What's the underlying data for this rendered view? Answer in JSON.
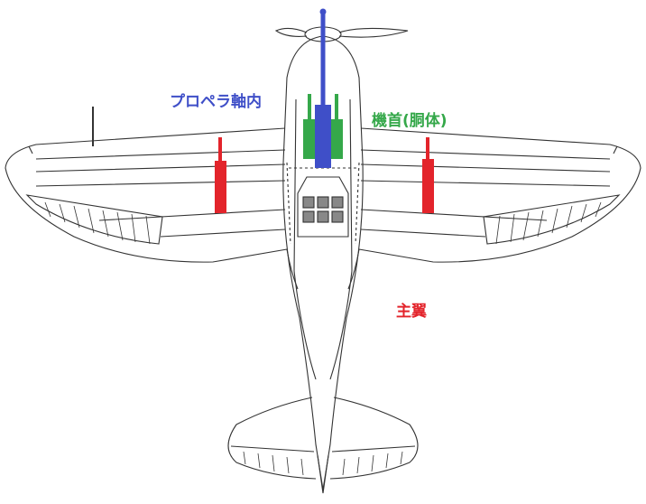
{
  "labels": {
    "propeller_shaft": "プロペラ軸内",
    "nose_fuselage": "機首(胴体)",
    "main_wing": "主翼"
  },
  "colors": {
    "propeller_shaft": "#3f4fc8",
    "nose_fuselage": "#35a84a",
    "main_wing": "#e3242b",
    "outline": "#333333"
  }
}
